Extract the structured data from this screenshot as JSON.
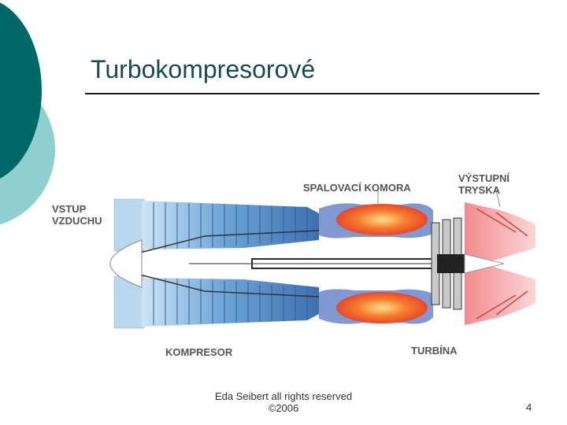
{
  "slide": {
    "title": "Turbokompresorové",
    "footer_line1": "Eda Seibert all rights reserved",
    "footer_line2": "©2006",
    "page_number": "4"
  },
  "diagram": {
    "labels": {
      "intake_line1": "VSTUP",
      "intake_line2": "VZDUCHU",
      "combustion": "SPALOVACÍ KOMORA",
      "nozzle_line1": "VÝSTUPNÍ",
      "nozzle_line2": "TRYSKA",
      "compressor": "KOMPRESOR",
      "turbine": "TURBÍNA"
    },
    "colors": {
      "compressor": "#6fa6d6",
      "combustion": "#e8432a",
      "exhaust": "#f3b0b3",
      "shaft": "#2b2b2b"
    }
  },
  "theme": {
    "dark_teal": "#006666",
    "light_teal": "#8fcfd0"
  }
}
